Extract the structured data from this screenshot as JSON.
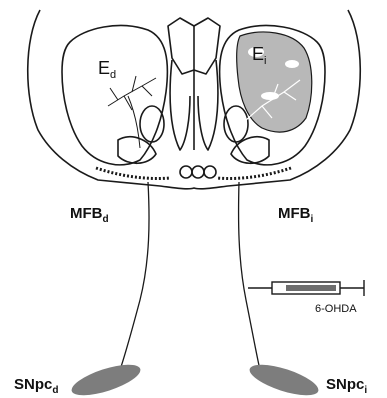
{
  "diagram": {
    "labels": {
      "striatum_left": {
        "main": "E",
        "sub": "d"
      },
      "striatum_right": {
        "main": "E",
        "sub": "i"
      },
      "mfb_left": {
        "main": "MFB",
        "sub": "d"
      },
      "mfb_right": {
        "main": "MFB",
        "sub": "i"
      },
      "snpc_left": {
        "main": "SNpc",
        "sub": "d"
      },
      "snpc_right": {
        "main": "SNpc",
        "sub": "i"
      },
      "syringe": "6-OHDA"
    },
    "colors": {
      "outline": "#1a1a1a",
      "lesion_fill": "#b8b8b8",
      "nucleus_fill": "#7d7d7d",
      "syringe_fill": "#6e6e6e"
    }
  }
}
